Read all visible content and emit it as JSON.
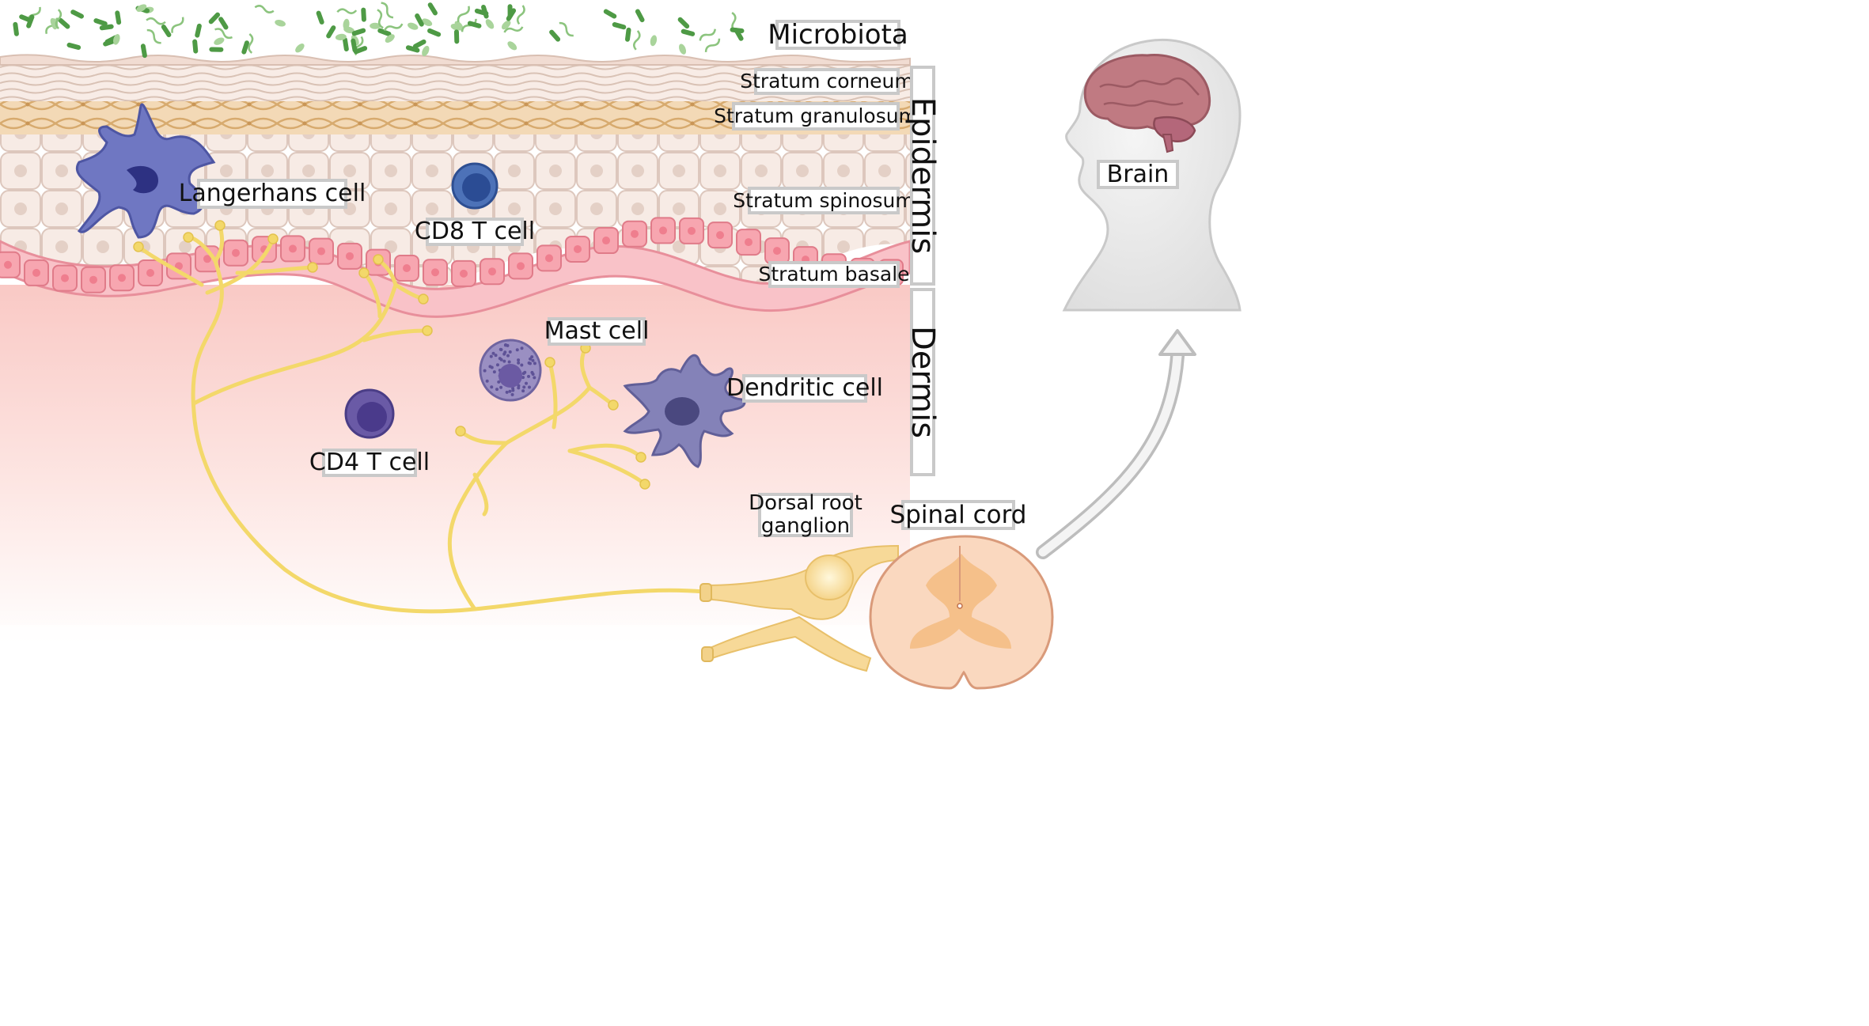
{
  "labels": {
    "microbiota": "Microbiota",
    "stratum_corneum": "Stratum corneum",
    "stratum_granulosum": "Stratum granulosum",
    "stratum_spinosum": "Stratum spinosum",
    "stratum_basale": "Stratum basale",
    "epidermis": "Epidermis",
    "dermis": "Dermis",
    "langerhans_cell": "Langerhans cell",
    "cd8_t_cell": "CD8 T cell",
    "mast_cell": "Mast cell",
    "dendritic_cell": "Dendritic cell",
    "cd4_t_cell": "CD4 T cell",
    "dorsal_root_ganglion": "Dorsal root\nganglion",
    "spinal_cord": "Spinal cord",
    "brain": "Brain"
  },
  "colors": {
    "nerve": "#f3d86a",
    "keratinocyte": "#f6e7df",
    "basal_cell": "#f7a6b0",
    "langerhans": "#6f77c2",
    "cd8": "#3f63ad",
    "cd4": "#6a5aa6",
    "mast": "#8a7fb3",
    "dendritic": "#8482b8",
    "microbe": "#4e9a45",
    "spinal_grey": "#f5c08a",
    "brain": "#c07a82"
  }
}
